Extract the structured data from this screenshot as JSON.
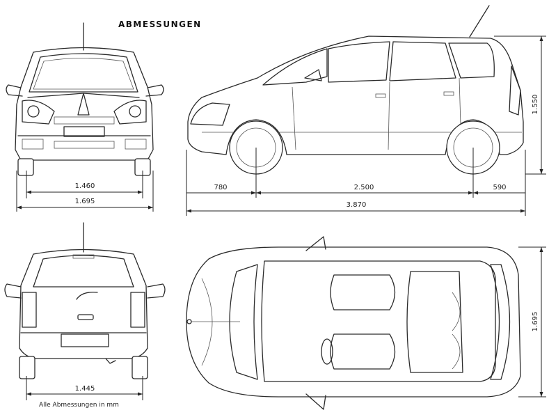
{
  "title": "ABMESSUNGEN",
  "note": "Alle Abmessungen in mm",
  "dimensions": {
    "front_track": "1.460",
    "front_width": "1.695",
    "rear_track": "1.445",
    "front_overhang": "780",
    "wheelbase": "2.500",
    "rear_overhang": "590",
    "length": "3.870",
    "height": "1.550",
    "top_width": "1.695"
  },
  "views": [
    "front-view",
    "side-view",
    "rear-view",
    "top-view"
  ]
}
